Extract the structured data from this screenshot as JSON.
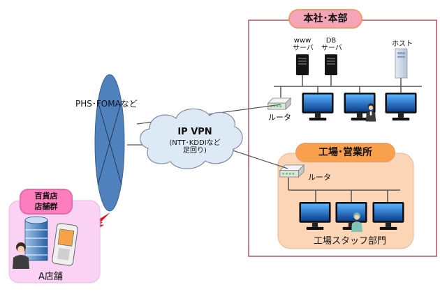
{
  "headquarters": {
    "title": "本社･本部",
    "www_server_label": [
      "www",
      "サーバ"
    ],
    "db_server_label": [
      "DB",
      "サーバ"
    ],
    "host_label": "ホスト",
    "router_label": "ルータ"
  },
  "factory": {
    "title": "工場･営業所",
    "router_label": "ルータ",
    "staff_label": "工場スタッフ部門"
  },
  "network": {
    "vpn_title": "IP VPN",
    "vpn_note": [
      "(NTT･KDDIなど",
      "足回り)"
    ],
    "mobile_label": "PHS･FOMAなど"
  },
  "store": {
    "badge": [
      "百貨店",
      "店舗群"
    ],
    "label": "A店舗"
  },
  "colors": {
    "hq_border": "#c0505d",
    "factory_fill": "#fbd5b5",
    "pill_pink": "#f4a6b8",
    "pill_orange": "#f9a04d",
    "store_fill": "#f9d2f4",
    "store_badge": "#ff7ec0",
    "cloud_fill": "#ddeaf6",
    "antenna_fill": "#4f81bd",
    "lightning": "#e8101a"
  }
}
